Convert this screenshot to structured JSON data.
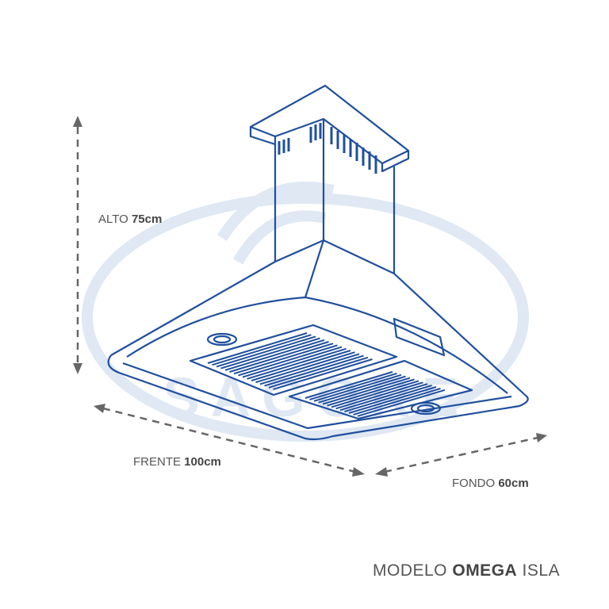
{
  "watermark": "SAGORE",
  "dimensions": {
    "alto": {
      "label": "ALTO",
      "value": "75cm"
    },
    "frente": {
      "label": "FRENTE",
      "value": "100cm"
    },
    "fondo": {
      "label": "FONDO",
      "value": "60cm"
    }
  },
  "model": {
    "prefix": "MODELO",
    "name": "OMEGA",
    "suffix": "ISLA"
  },
  "colors": {
    "line": "#1f4f9e",
    "watermark": "#dce6f2",
    "dash": "#666666"
  }
}
